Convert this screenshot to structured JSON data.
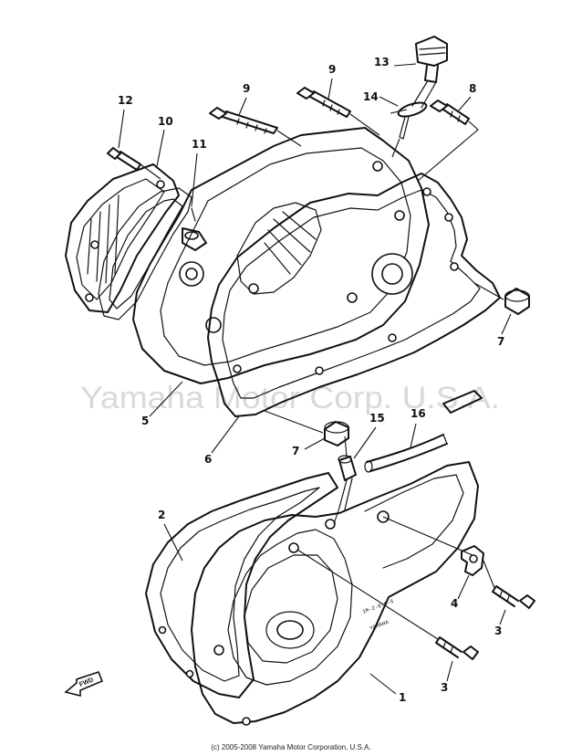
{
  "watermark": "Yamaha Motor Corp. U.S.A.",
  "copyright": "(c) 2005-2008 Yamaha Motor Corporation, U.S.A.",
  "direction_marker": "FWD",
  "cover_stamp": "1M-2-8-8-5",
  "cover_brand": "YAMAHA",
  "parts": [
    {
      "ref": "1"
    },
    {
      "ref": "2"
    },
    {
      "ref": "3"
    },
    {
      "ref": "3"
    },
    {
      "ref": "4"
    },
    {
      "ref": "5"
    },
    {
      "ref": "6"
    },
    {
      "ref": "7"
    },
    {
      "ref": "7"
    },
    {
      "ref": "8"
    },
    {
      "ref": "9"
    },
    {
      "ref": "9"
    },
    {
      "ref": "10"
    },
    {
      "ref": "11"
    },
    {
      "ref": "12"
    },
    {
      "ref": "13"
    },
    {
      "ref": "14"
    },
    {
      "ref": "15"
    },
    {
      "ref": "16"
    }
  ]
}
